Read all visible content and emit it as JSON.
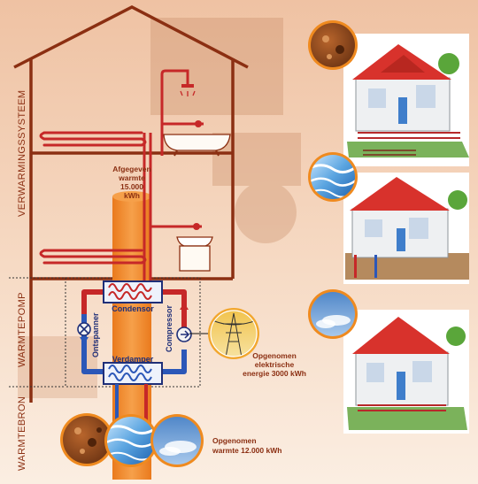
{
  "side_labels": {
    "verwarming": "VERWARMINGSSYSTEEM",
    "warmtepomp": "WARMTEPOMP",
    "warmtebron": "WARMTEBRON"
  },
  "afgegeven": {
    "line1": "Afgegeven",
    "line2": "warmte",
    "line3": "15.000",
    "line4": "kWh"
  },
  "components": {
    "condensor": "Condensor",
    "verdamper": "Verdamper",
    "ontspanner": "Ontspanner",
    "compressor": "Compressor"
  },
  "electric": {
    "line1": "Opgenomen",
    "line2": "elektrische",
    "line3": "energie 3000 kWh"
  },
  "source": {
    "line1": "Opgenomen",
    "line2": "warmte 12.000 kWh"
  },
  "colors": {
    "house_line": "#8b2f12",
    "hot_pipe": "#c62828",
    "cold_pipe": "#2b57b8",
    "column": "#f08a2a",
    "circle_ring": "#ef8a1f"
  }
}
